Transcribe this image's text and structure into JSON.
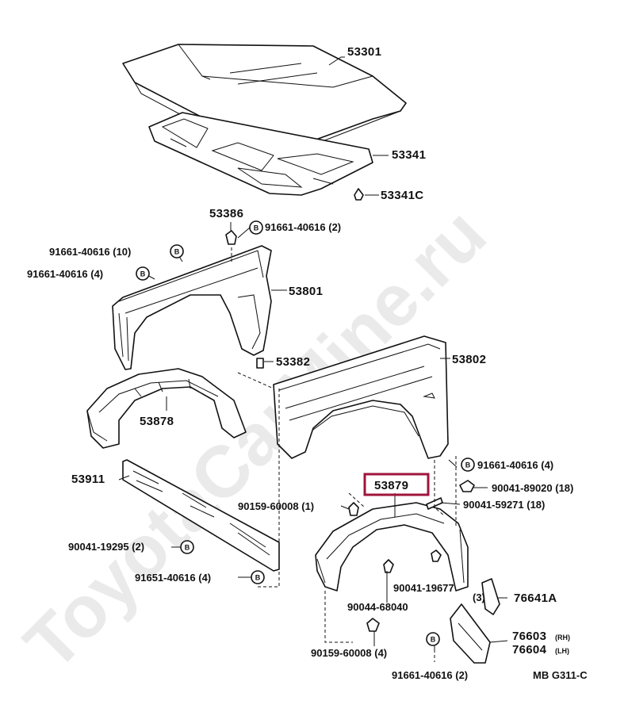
{
  "watermark": "ToyotaCarMine.ru",
  "highlight_color": "#a0143c",
  "bolt_badge": "B",
  "labels": {
    "p53301": "53301",
    "p53341": "53341",
    "p53341c": "53341C",
    "p53386": "53386",
    "b1": "91661-40616 (2)",
    "b2": "91661-40616 (10)",
    "b3": "91661-40616 (4)",
    "p53801": "53801",
    "p53382": "53382",
    "p53802": "53802",
    "p53878": "53878",
    "b4": "91661-40616 (4)",
    "p53911": "53911",
    "p53879": "53879",
    "n90041_89020": "90041-89020 (18)",
    "n90041_59271": "90041-59271 (18)",
    "n90159_60008_1": "90159-60008 (1)",
    "n90041_19295": "90041-19295 (2)",
    "n91651": "91651-40616 (4)",
    "n90041_19677": "90041-19677",
    "n90044": "90044-68040",
    "p76641a": "76641A",
    "n3": "(3)",
    "p76603": "76603",
    "rh": "(RH)",
    "p76604": "76604",
    "lh": "(LH)",
    "n90159_60008_4": "90159-60008 (4)",
    "b5": "91661-40616 (2)",
    "code": "MB G311-C"
  }
}
